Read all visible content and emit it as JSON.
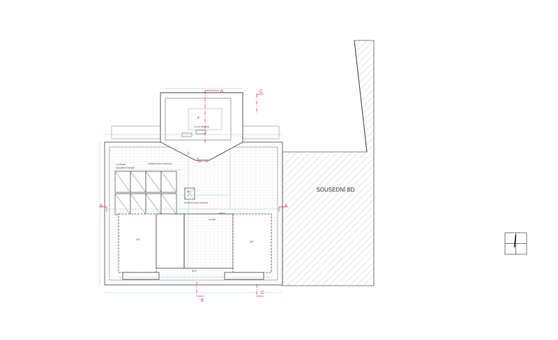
{
  "drawing": {
    "neighbor_label": "SOUSEDNÍ BD",
    "section_markers": {
      "a_left": "A",
      "a_right": "A",
      "b_top": "B",
      "b_bottom": "B",
      "c_top": "C",
      "c_bottom": "C"
    },
    "slope_labels": {
      "dormer": "5°",
      "dormer_lower": "4°",
      "center": "10°",
      "left_wing": "10°",
      "right_wing": "10°",
      "bottom": "3,5°"
    },
    "annotations": {
      "solar_panels": "FV PANEL",
      "solar_panels_sub": "SOLÁRNÍ SYSTÉM",
      "skylight_top": "OSVĚTLOVACÍ KOPULE",
      "skylight_mid": "OSVĚTLOVACÍ KOPULE",
      "attic_tag": "ATIKA",
      "level_tag": "+13,200",
      "dormer_note": "+14,97 ŠACHTA"
    },
    "colors": {
      "line": "#4a4a4a",
      "dim": "#7fd4e4",
      "section": "#e0204d",
      "hatch": "#9a9a9a"
    }
  }
}
